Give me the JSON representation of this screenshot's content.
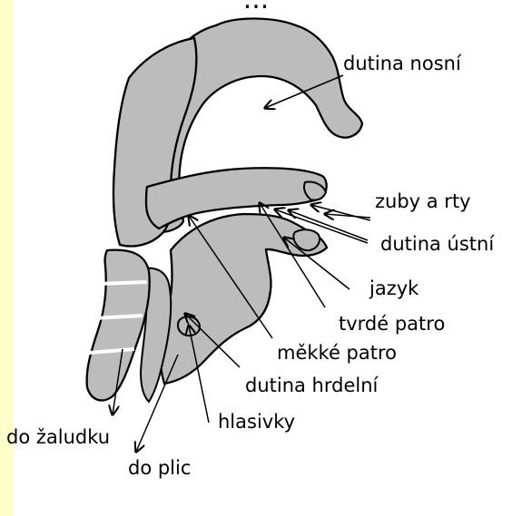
{
  "colors": {
    "background": "#ffffff",
    "side_strip": "#ffffcc",
    "tissue_fill": "#bcbcbc",
    "outline": "#000000"
  },
  "header": {
    "title_fragment": "..."
  },
  "labels": {
    "dutina_nosni": "dutina nosní",
    "zuby_a_rty": "zuby a rty",
    "dutina_ustni": "dutina ústní",
    "jazyk": "jazyk",
    "tvrde_patro": "tvrdé patro",
    "mekke_patro": "měkké patro",
    "dutina_hrdelni": "dutina hrdelní",
    "hlasivky": "hlasivky",
    "do_zaludku": "do žaludku",
    "do_plic": "do plic"
  }
}
